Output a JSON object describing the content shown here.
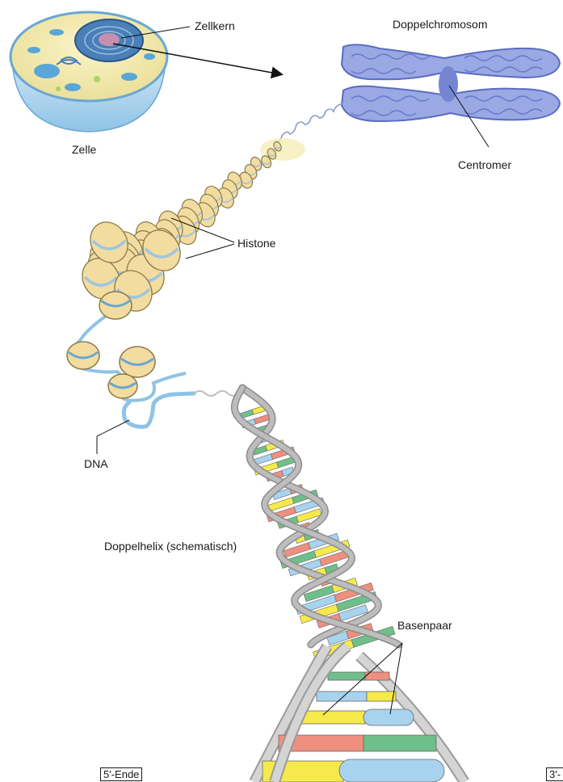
{
  "labels": {
    "cell_nucleus": "Zellkern",
    "cell": "Zelle",
    "double_chromosome": "Doppelchromosom",
    "centromere": "Centromer",
    "histones": "Histone",
    "dna": "DNA",
    "double_helix": "Doppelhelix (schematisch)",
    "base_pair": "Basenpaar",
    "five_end": "5'-Ende",
    "three_end": "3'-"
  },
  "colors": {
    "chromosome": "#7c8fd6",
    "histone_fill": "#f3dca0",
    "histone_stroke": "#8a7a4a",
    "dna_strand": "#9cc6e0",
    "helix_backbone": "#bdbdbd",
    "base_green": "#6fbf8a",
    "base_red": "#ef8f80",
    "base_yellow": "#f6ea4a",
    "base_blue": "#a7d3ef",
    "cell_cytoplasm": "#f4ecb0",
    "cell_membrane": "#8fc3e6",
    "nucleus": "#3a6ea8"
  }
}
